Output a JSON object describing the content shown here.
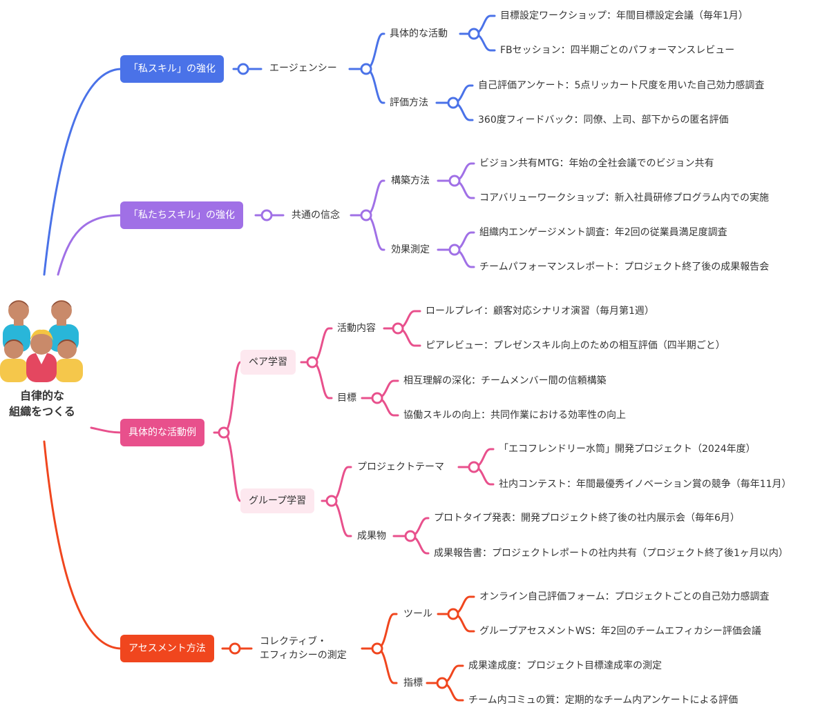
{
  "root": {
    "lines": [
      "自律的な",
      "組織をつくる"
    ],
    "icon": "team-people-icon"
  },
  "branches": {
    "b1": {
      "color": "#4a72e8",
      "label": "「私スキル」の強化",
      "child": "エージェンシー",
      "groups": [
        {
          "label": "具体的な活動",
          "leaves": [
            "目標設定ワークショップ：年間目標設定会議（毎年1月）",
            "FBセッション：四半期ごとのパフォーマンスレビュー"
          ]
        },
        {
          "label": "評価方法",
          "leaves": [
            "自己評価アンケート：5点リッカート尺度を用いた自己効力感調査",
            "360度フィードバック：同僚、上司、部下からの匿名評価"
          ]
        }
      ]
    },
    "b2": {
      "color": "#a070e6",
      "label": "「私たちスキル」の強化",
      "child": "共通の信念",
      "groups": [
        {
          "label": "構築方法",
          "leaves": [
            "ビジョン共有MTG：年始の全社会議でのビジョン共有",
            "コアバリューワークショップ：新入社員研修プログラム内での実施"
          ]
        },
        {
          "label": "効果測定",
          "leaves": [
            "組織内エンゲージメント調査：年2回の従業員満足度調査",
            "チームパフォーマンスレポート：プロジェクト終了後の成果報告会"
          ]
        }
      ]
    },
    "b3": {
      "color": "#e8508c",
      "label": "具体的な活動例",
      "subs": [
        {
          "label": "ペア学習",
          "groups": [
            {
              "label": "活動内容",
              "leaves": [
                "ロールプレイ：顧客対応シナリオ演習（毎月第1週）",
                "ピアレビュー：プレゼンスキル向上のための相互評価（四半期ごと）"
              ]
            },
            {
              "label": "目標",
              "leaves": [
                "相互理解の深化：チームメンバー間の信頼構築",
                "協働スキルの向上：共同作業における効率性の向上"
              ]
            }
          ]
        },
        {
          "label": "グループ学習",
          "groups": [
            {
              "label": "プロジェクトテーマ",
              "leaves": [
                "「エコフレンドリー水筒」開発プロジェクト（2024年度）",
                "社内コンテスト：年間最優秀イノベーション賞の競争（毎年11月）"
              ]
            },
            {
              "label": "成果物",
              "leaves": [
                "プロトタイプ発表：開発プロジェクト終了後の社内展示会（毎年6月）",
                "成果報告書：プロジェクトレポートの社内共有（プロジェクト終了後1ヶ月以内）"
              ]
            }
          ]
        }
      ]
    },
    "b4": {
      "color": "#f0461e",
      "label": "アセスメント方法",
      "child_lines": [
        "コレクティブ・",
        "エフィカシーの測定"
      ],
      "groups": [
        {
          "label": "ツール",
          "leaves": [
            "オンライン自己評価フォーム：プロジェクトごとの自己効力感調査",
            "グループアセスメントWS：年2回のチームエフィカシー評価会議"
          ]
        },
        {
          "label": "指標",
          "leaves": [
            "成果達成度：プロジェクト目標達成率の測定",
            "チーム内コミュの質：定期的なチーム内アンケートによる評価"
          ]
        }
      ]
    }
  }
}
